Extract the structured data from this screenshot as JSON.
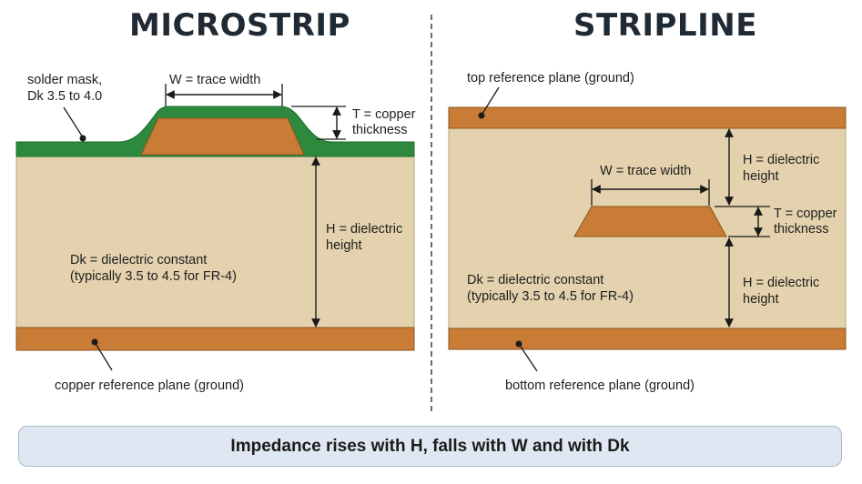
{
  "titles": {
    "left": "MICROSTRIP",
    "right": "STRIPLINE"
  },
  "microstrip": {
    "solder_mask": [
      "solder mask,",
      "Dk 3.5 to 4.0"
    ],
    "trace_width": "W = trace width",
    "copper_thickness": [
      "T = copper",
      "thickness"
    ],
    "dielectric_height": [
      "H = dielectric",
      "height"
    ],
    "dielectric_constant": [
      "Dk = dielectric constant",
      "(typically 3.5 to 4.5 for FR-4)"
    ],
    "reference_plane": "copper reference plane (ground)"
  },
  "stripline": {
    "top_plane": "top reference plane (ground)",
    "trace_width": "W = trace width",
    "copper_thickness": [
      "T = copper",
      "thickness"
    ],
    "dielectric_height_top": [
      "H = dielectric",
      "height"
    ],
    "dielectric_height_bottom": [
      "H = dielectric",
      "height"
    ],
    "dielectric_constant": [
      "Dk = dielectric constant",
      "(typically 3.5 to 4.5 for FR-4)"
    ],
    "bottom_plane": "bottom reference plane (ground)"
  },
  "footer": "Impedance rises with H, falls with W and with Dk",
  "colors": {
    "dielectric": "#e3d2ad",
    "copper": "#c97c35",
    "solder_mask": "#2d8a3c",
    "footer_bg": "#dfe8f2"
  }
}
